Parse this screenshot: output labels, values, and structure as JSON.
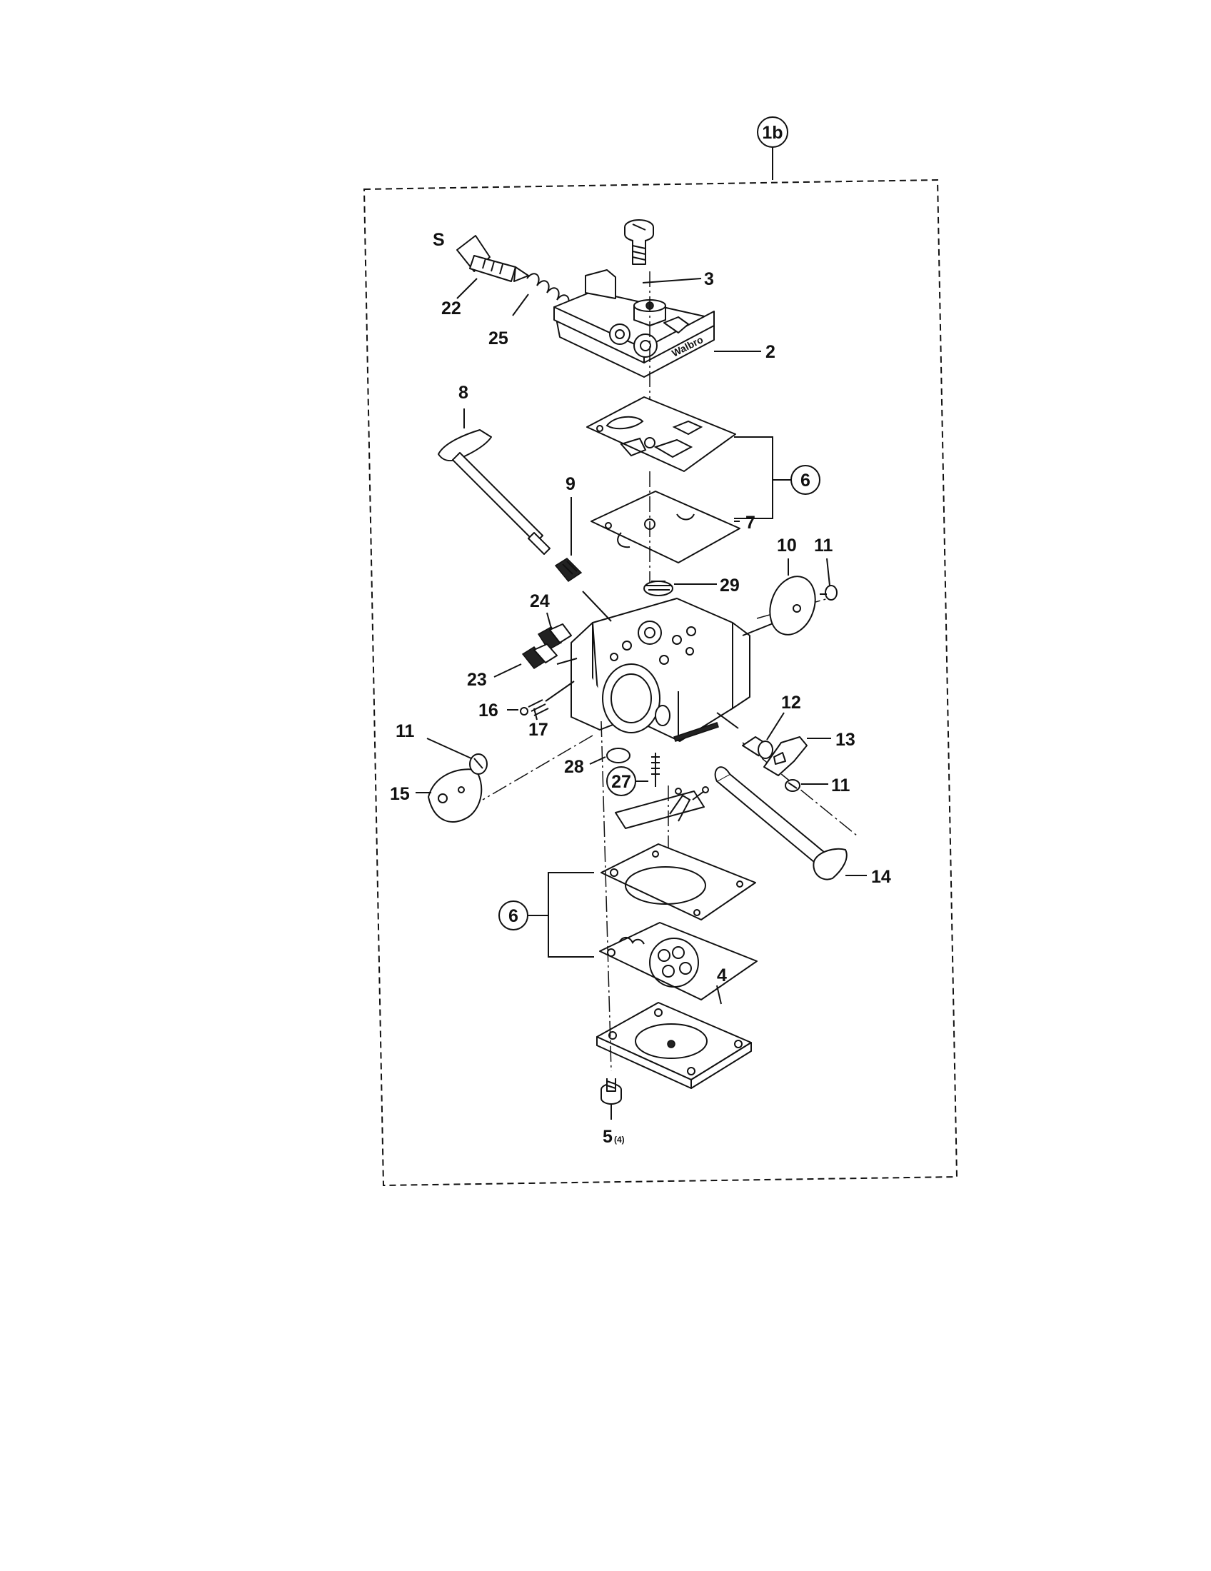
{
  "diagram": {
    "assembly_ref": "1b",
    "letter_callout": "S",
    "callouts": {
      "n2": "2",
      "n3": "3",
      "n4": "4",
      "n5": "5",
      "n5_qty": "(4)",
      "n6_top": "6",
      "n6_bottom": "6",
      "n7": "7",
      "n8": "8",
      "n9": "9",
      "n10": "10",
      "n11_right_top": "11",
      "n11_left": "11",
      "n11_right_bottom": "11",
      "n12": "12",
      "n13": "13",
      "n14": "14",
      "n15": "15",
      "n16": "16",
      "n17": "17",
      "n22": "22",
      "n23": "23",
      "n24": "24",
      "n25": "25",
      "n27": "27",
      "n28": "28",
      "n29": "29"
    },
    "cover_brand_text": "Walbro"
  }
}
